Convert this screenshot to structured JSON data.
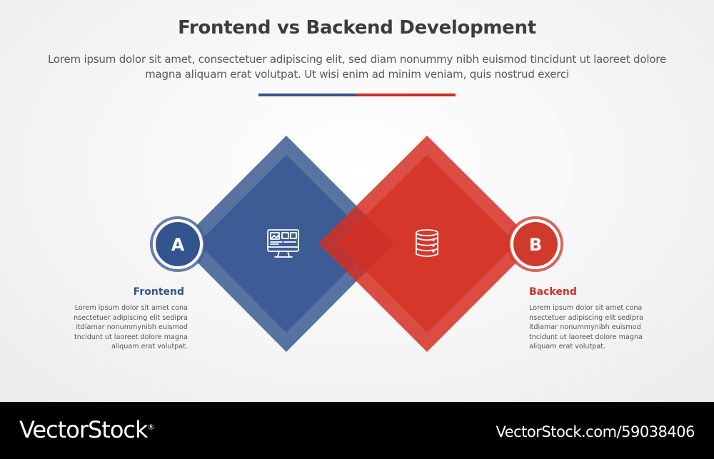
{
  "header": {
    "title": "Frontend vs Backend Development",
    "subtitle": "Lorem ipsum dolor sit amet, consectetuer adipiscing elit, sed diam nonummy nibh euismod tincidunt ut laoreet dolore magna aliquam erat volutpat. Ut wisi enim ad minim veniam, quis nostrud exerci"
  },
  "colors": {
    "left_accent": "#34548f",
    "right_accent": "#d02f22",
    "title_text": "#3c3c3c",
    "body_text": "#555555"
  },
  "left_item": {
    "badge": "A",
    "title": "Frontend",
    "icon": "monitor-icon",
    "description": "Lorem ipsum dolor sit amet cona nsectetuer adipiscing elit sedipra itdiamar nonummynibh euismod tncidunt ut laoreet dolore magna aliquam erat volutpat."
  },
  "right_item": {
    "badge": "B",
    "title": "Backend",
    "icon": "database-icon",
    "description": "Lorem ipsum dolor sit amet cona nsectetuer adipiscing elit sedipra itdiamar nonummynibh euismod tncidunt ut laoreet dolore magna aliquam erat volutpat."
  },
  "footer": {
    "brand": "VectorStock",
    "brand_mark": "®",
    "image_id": "VectorStock.com/59038406"
  }
}
